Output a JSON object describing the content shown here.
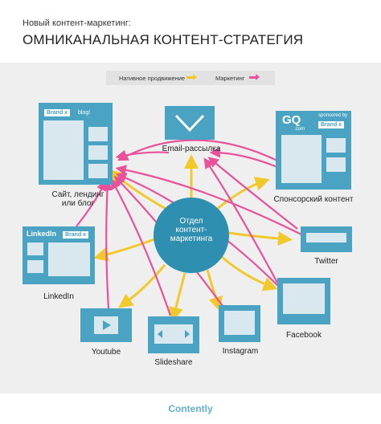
{
  "header": {
    "subtitle": "Новый контент-маркетинг:",
    "title": "ОМНИКАНАЛЬНАЯ КОНТЕНТ-СТРАТЕГИЯ"
  },
  "legend": {
    "native": "Нативное продвижение",
    "marketing": "Маркетинг"
  },
  "colors": {
    "native_arrow": "#f2c92b",
    "marketing_arrow": "#e8529a",
    "tile_blue": "#4aa3c3",
    "hub_blue": "#2e8fb0"
  },
  "hub": {
    "line1": "Отдел",
    "line2": "контент-",
    "line3": "маркетинга"
  },
  "nodes": {
    "site": {
      "label1": "Сайт, лендинг",
      "label2": "или блог",
      "brand_tag": "Brand x",
      "blog_tag": "blog!"
    },
    "email": {
      "label": "Email-рассылка",
      "icon": "envelope-icon"
    },
    "sponsored": {
      "label": "Спонсорский контент",
      "gq": "GQ",
      "gq_sub": ".com",
      "sponsored_by": "sponsored by",
      "brand_tag": "Brand x"
    },
    "linkedin": {
      "label": "LinkedIn",
      "logo": "LinkedIn",
      "brand_tag": "Brand x"
    },
    "twitter": {
      "label": "Twitter"
    },
    "facebook": {
      "label": "Facebook"
    },
    "youtube": {
      "label": "Youtube",
      "icon": "play-icon"
    },
    "slideshare": {
      "label": "Slideshare",
      "icon": "slides-icon"
    },
    "instagram": {
      "label": "Instagram",
      "icon": "photo-icon"
    }
  },
  "footer": {
    "brand": "Contently"
  }
}
